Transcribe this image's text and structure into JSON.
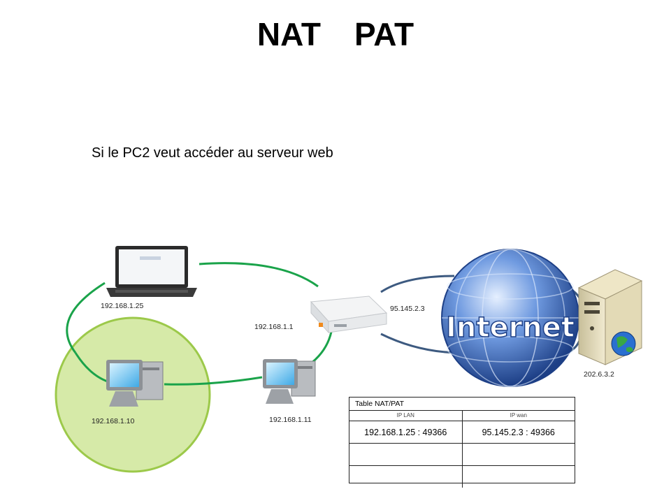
{
  "title": {
    "part1": "NAT",
    "part2": "PAT"
  },
  "subtitle": "Si le PC2 veut accéder au serveur web",
  "devices": {
    "laptop": {
      "ip": "192.168.1.25",
      "icon": "laptop-icon"
    },
    "pc1": {
      "ip": "192.168.1.10",
      "icon": "desktop-computer-icon"
    },
    "pc2": {
      "ip": "192.168.1.11",
      "icon": "desktop-computer-icon"
    },
    "router": {
      "lan_ip": "192.168.1.1",
      "wan_ip": "95.145.2.3",
      "icon": "router-icon"
    },
    "internet": {
      "label": "Internet",
      "icon": "globe-icon"
    },
    "server": {
      "ip": "202.6.3.2",
      "icon": "server-icon"
    }
  },
  "nat_table": {
    "caption": "Table  NAT/PAT",
    "headers": [
      "IP LAN",
      "IP wan"
    ],
    "rows": [
      [
        "192.168.1.25 : 49366",
        "95.145.2.3 : 49366"
      ],
      [
        "",
        ""
      ],
      [
        "",
        ""
      ]
    ]
  },
  "colors": {
    "lan_link": "#1aa34a",
    "wan_link": "#3d5a80",
    "highlight_fill": "#d6eaa8",
    "highlight_stroke": "#9cc94a",
    "globe": "#2c5aa0"
  }
}
